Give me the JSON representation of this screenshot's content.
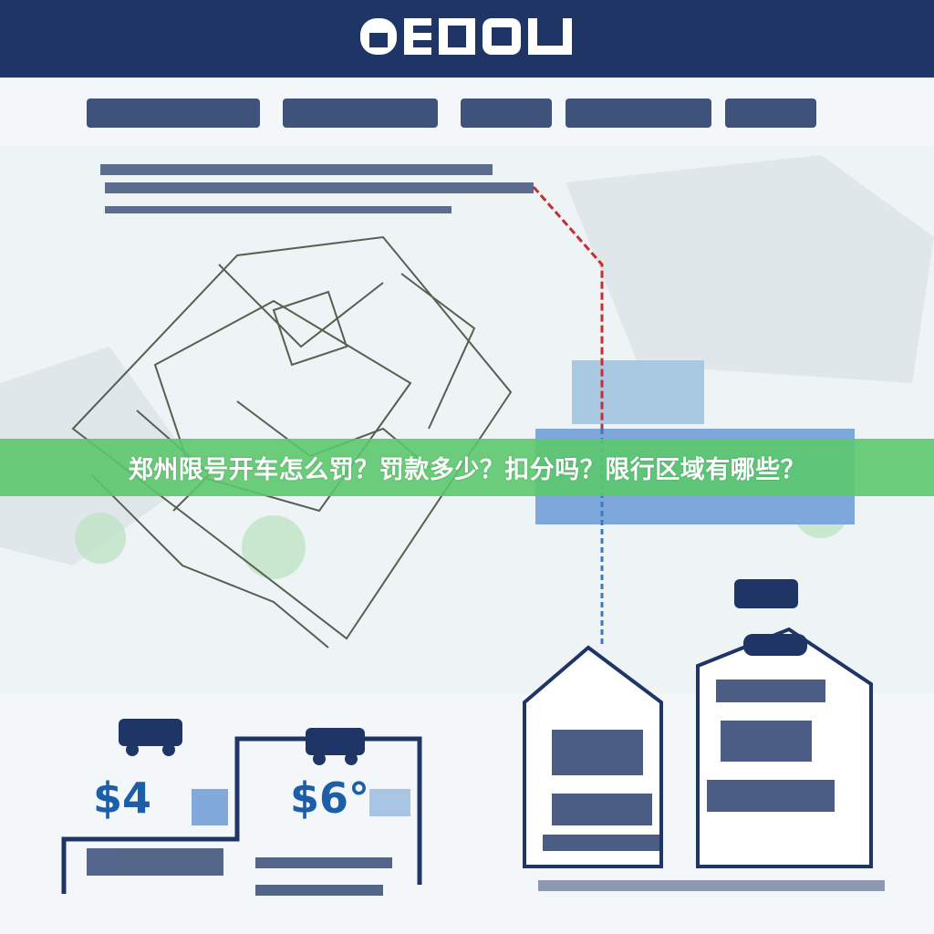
{
  "banner": {
    "title": "郑州限号开车怎么罚？罚款多少？扣分吗？限行区域有哪些？"
  },
  "fines": [
    {
      "amount": "$4"
    },
    {
      "amount": "$6°"
    }
  ],
  "colors": {
    "header": "#1f3566",
    "banner": "#5cc86e",
    "accent_blue": "#1d5ea8",
    "route_red": "#c62f2f"
  },
  "icons": [
    "car-icon",
    "car-icon",
    "car-icon",
    "car-icon"
  ]
}
